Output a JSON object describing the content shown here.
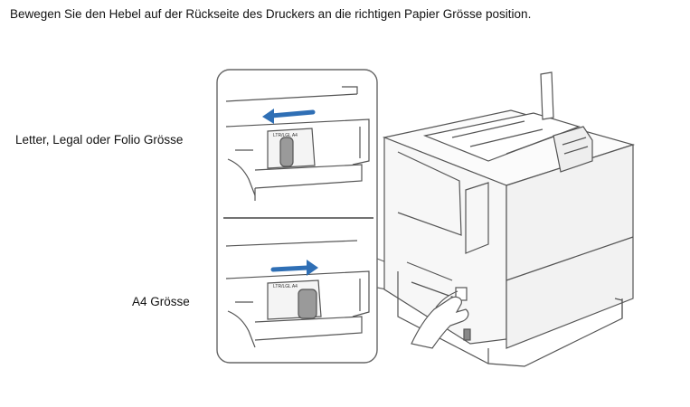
{
  "instruction": "Bewegen Sie den Hebel auf der Rückseite des Druckers an die richtigen Papier Grösse position.",
  "labels": {
    "letter": "Letter, Legal oder Folio Grösse",
    "a4": "A4 Grösse"
  },
  "illustration": {
    "lever_tag_top": "LTR/LGL A4",
    "lever_tag_bottom": "LTR/LGL A4",
    "arrow_color": "#2f6fb5",
    "line_color": "#555555"
  }
}
